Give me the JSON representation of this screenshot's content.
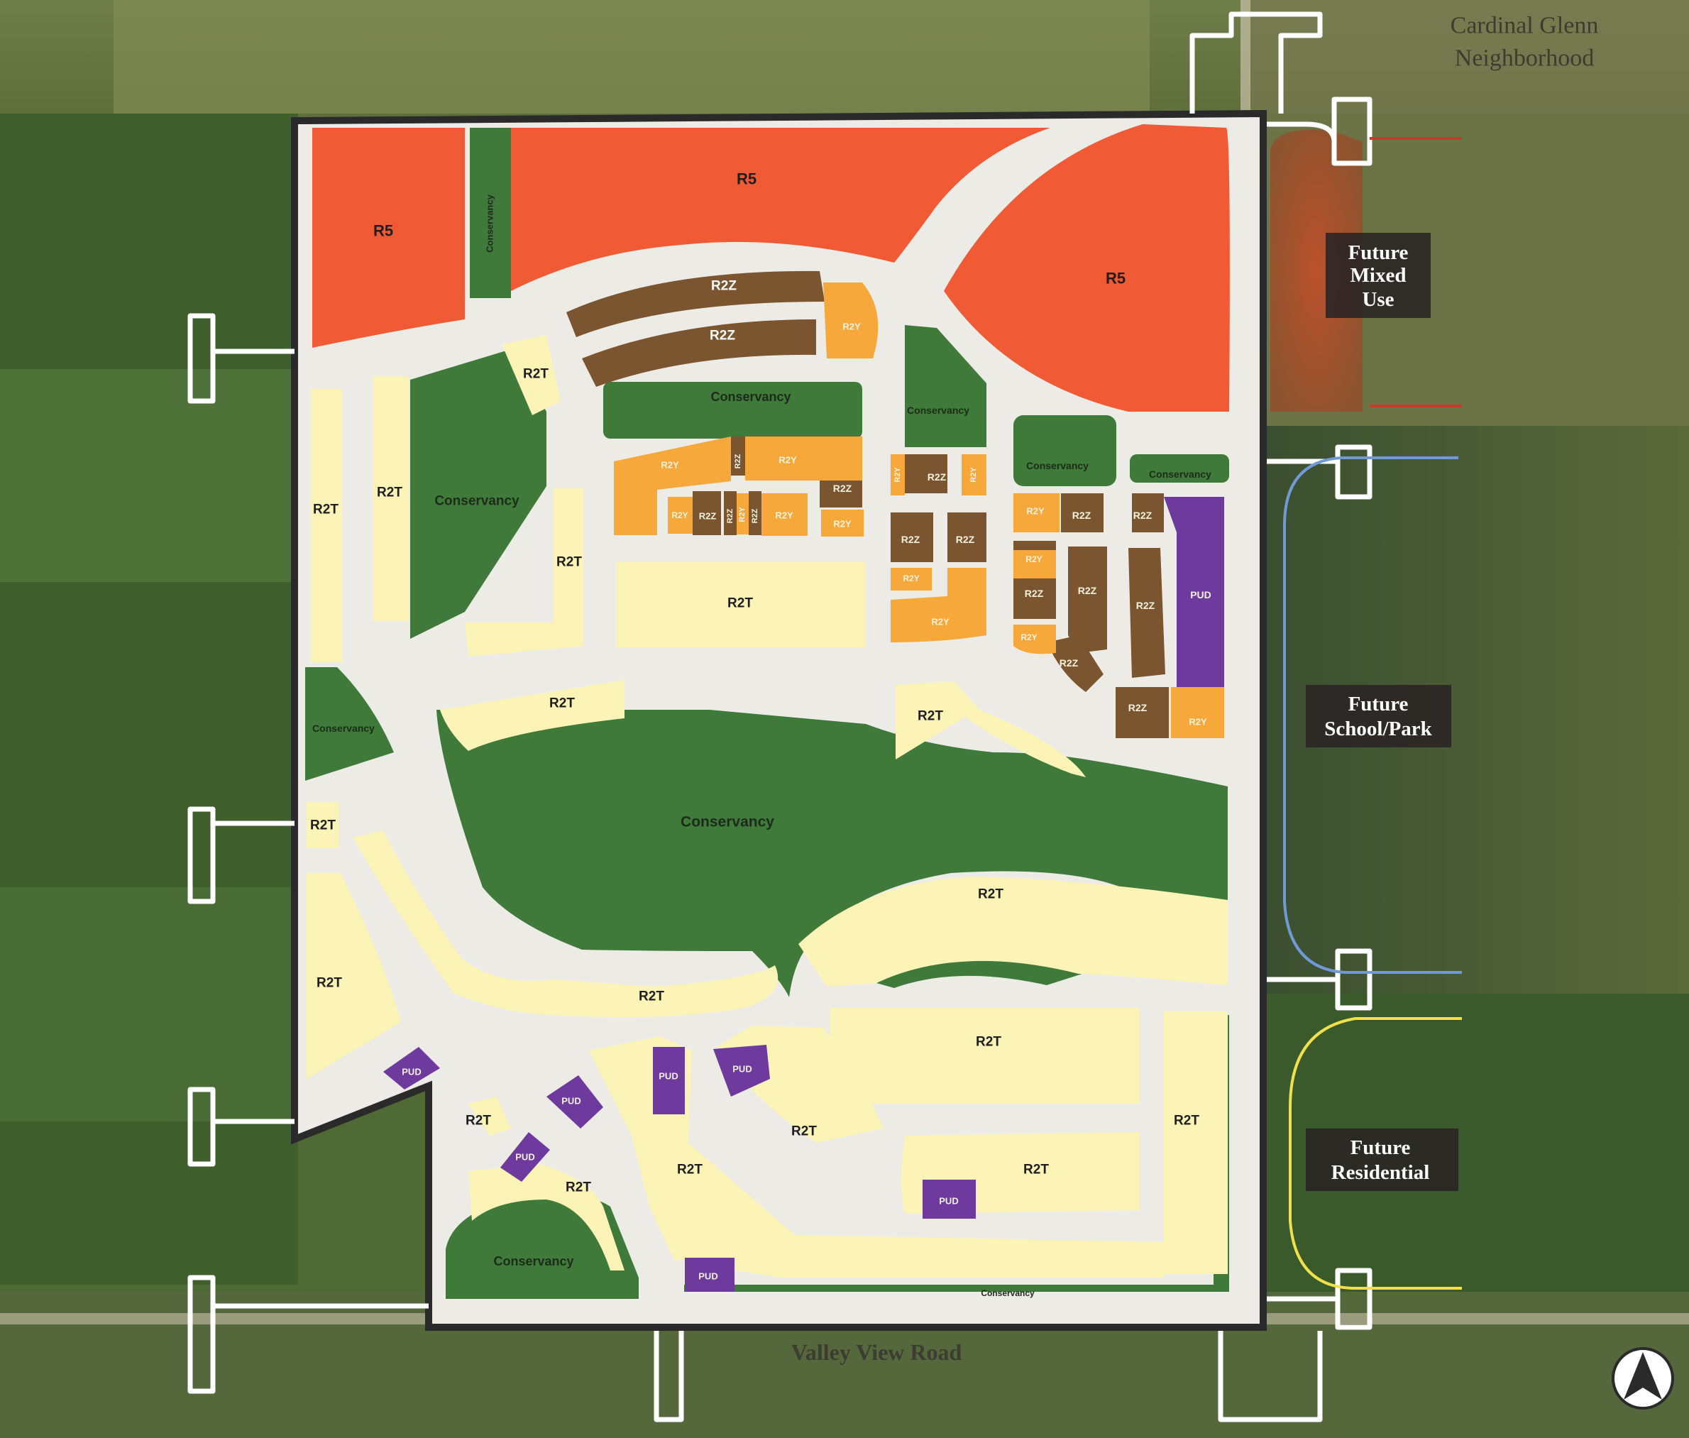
{
  "labels": {
    "neighborhood_line1": "Cardinal Glenn",
    "neighborhood_line2": "Neighborhood",
    "road": "Valley View Road"
  },
  "future": {
    "mixed": [
      "Future",
      "Mixed",
      "Use"
    ],
    "school": [
      "Future",
      "School/Park"
    ],
    "residential": [
      "Future",
      "Residential"
    ]
  },
  "zones": {
    "r5": "R5",
    "r2t": "R2T",
    "r2z": "R2Z",
    "r2y": "R2Y",
    "pud": "PUD",
    "conservancy": "Conservancy"
  },
  "colors": {
    "r5": "#f05a35",
    "r2t": "#fbf4b6",
    "r2z": "#7a5530",
    "r2y": "#f6a93a",
    "pud": "#6e3a9d",
    "conservancy": "#3f7a3a",
    "road": "#ecebe6"
  },
  "icons": {
    "north": "north-arrow-icon"
  }
}
